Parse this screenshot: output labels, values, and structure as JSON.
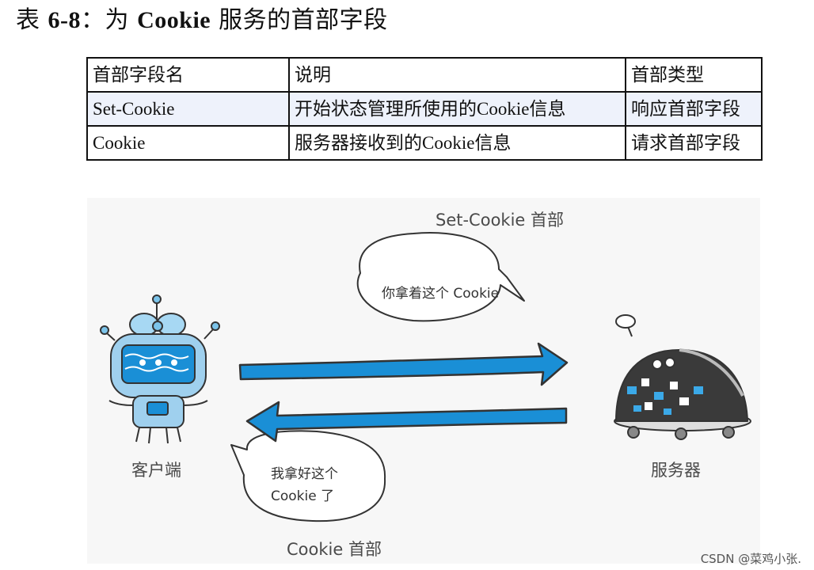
{
  "title": {
    "prefix": "表 ",
    "number": "6-8",
    "colon": "：为 ",
    "keyword": "Cookie",
    "suffix": " 服务的首部字段"
  },
  "table": {
    "headers": [
      "首部字段名",
      "说明",
      "首部类型"
    ],
    "rows": [
      [
        "Set-Cookie",
        "开始状态管理所使用的Cookie信息",
        "响应首部字段"
      ],
      [
        "Cookie",
        "服务器接收到的Cookie信息",
        "请求首部字段"
      ]
    ]
  },
  "diagram": {
    "top_label": "Set-Cookie 首部",
    "bottom_label": "Cookie 首部",
    "client_label": "客户端",
    "server_label": "服务器",
    "server_bubble": "你拿着这个 Cookie",
    "client_bubble_line1": "我拿好这个",
    "client_bubble_line2": "Cookie 了",
    "colors": {
      "arrow": "#1a8fd6",
      "outline": "#333333",
      "client_blue": "#7cc4ea",
      "server_dark": "#3a3a3a"
    },
    "icons": [
      "client-robot-icon",
      "server-robot-icon",
      "right-arrow-icon",
      "left-arrow-icon"
    ]
  },
  "watermark": "CSDN @菜鸡小张."
}
